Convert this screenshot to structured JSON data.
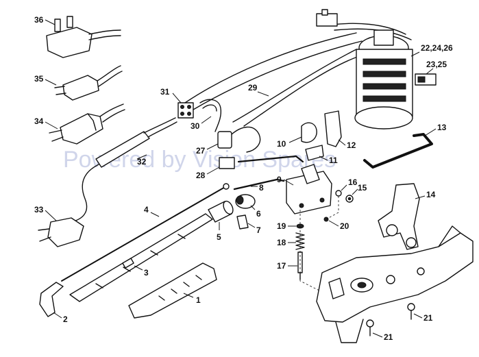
{
  "watermark": "Powered by Vision Spares",
  "labels": {
    "l1": "1",
    "l2": "2",
    "l3": "3",
    "l4": "4",
    "l5": "5",
    "l6": "6",
    "l7": "7",
    "l8": "8",
    "l9": "9",
    "l10": "10",
    "l11": "11",
    "l12": "12",
    "l13": "13",
    "l14": "14",
    "l15": "15",
    "l16": "16",
    "l17": "17",
    "l18": "18",
    "l19": "19",
    "l20": "20",
    "l21a": "21",
    "l21b": "21",
    "l22": "22,24,26",
    "l23": "23,25",
    "l27": "27",
    "l28": "28",
    "l29": "29",
    "l30": "30",
    "l31": "31",
    "l32": "32",
    "l33": "33",
    "l34": "34",
    "l35": "35",
    "l36": "36"
  }
}
